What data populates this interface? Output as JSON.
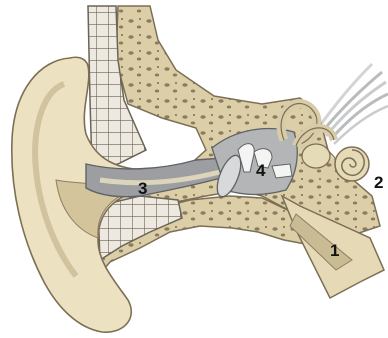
{
  "figure": {
    "colors": {
      "background": "#ffffff",
      "skin": "#ece2c2",
      "skin_shadow": "#d3c49c",
      "skin_outline": "#7d6f55",
      "bone": "#dccfa8",
      "bone_spot": "#8a7c60",
      "cartilage_fill": "#ede9e0",
      "cartilage_grid": "#5a5446",
      "canal_gray": "#9c9ea1",
      "canal_dark": "#5f6266",
      "cavity_gray": "#b3b5b7",
      "eardrum": "#d8d9db",
      "nerve": "#c9cbcd"
    },
    "labels": [
      {
        "id": "1",
        "text": "1"
      },
      {
        "id": "2",
        "text": "2"
      },
      {
        "id": "3",
        "text": "3"
      },
      {
        "id": "4",
        "text": "4"
      }
    ]
  }
}
